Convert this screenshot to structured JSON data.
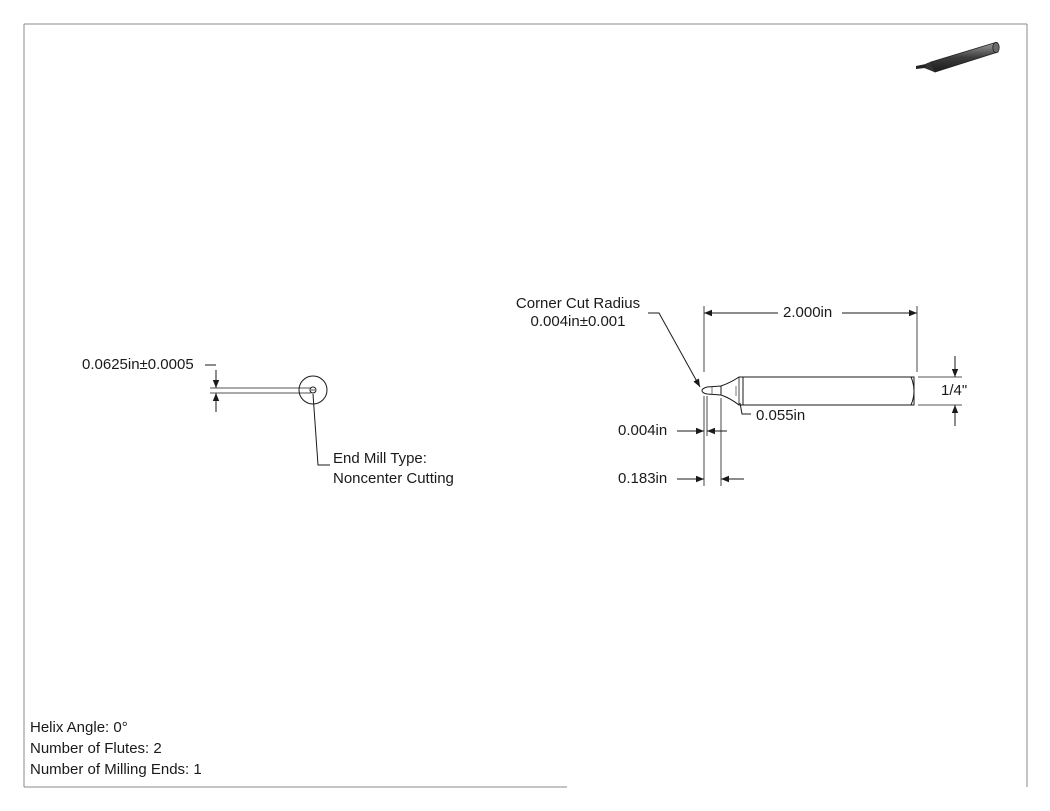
{
  "front_view": {
    "diameter_label": "0.0625in±0.0005",
    "end_mill_type_line1": "End Mill Type:",
    "end_mill_type_line2": "Noncenter Cutting"
  },
  "side_view": {
    "corner_radius_line1": "Corner Cut Radius",
    "corner_radius_line2": "0.004in±0.001",
    "overall_length": "2.000in",
    "shank_diameter": "1/4\"",
    "neck_length": "0.055in",
    "tip_length": "0.004in",
    "reach_length": "0.183in"
  },
  "specs": {
    "helix_angle": "Helix Angle: 0°",
    "flutes": "Number of Flutes: 2",
    "milling_ends": "Number of Milling Ends: 1"
  }
}
